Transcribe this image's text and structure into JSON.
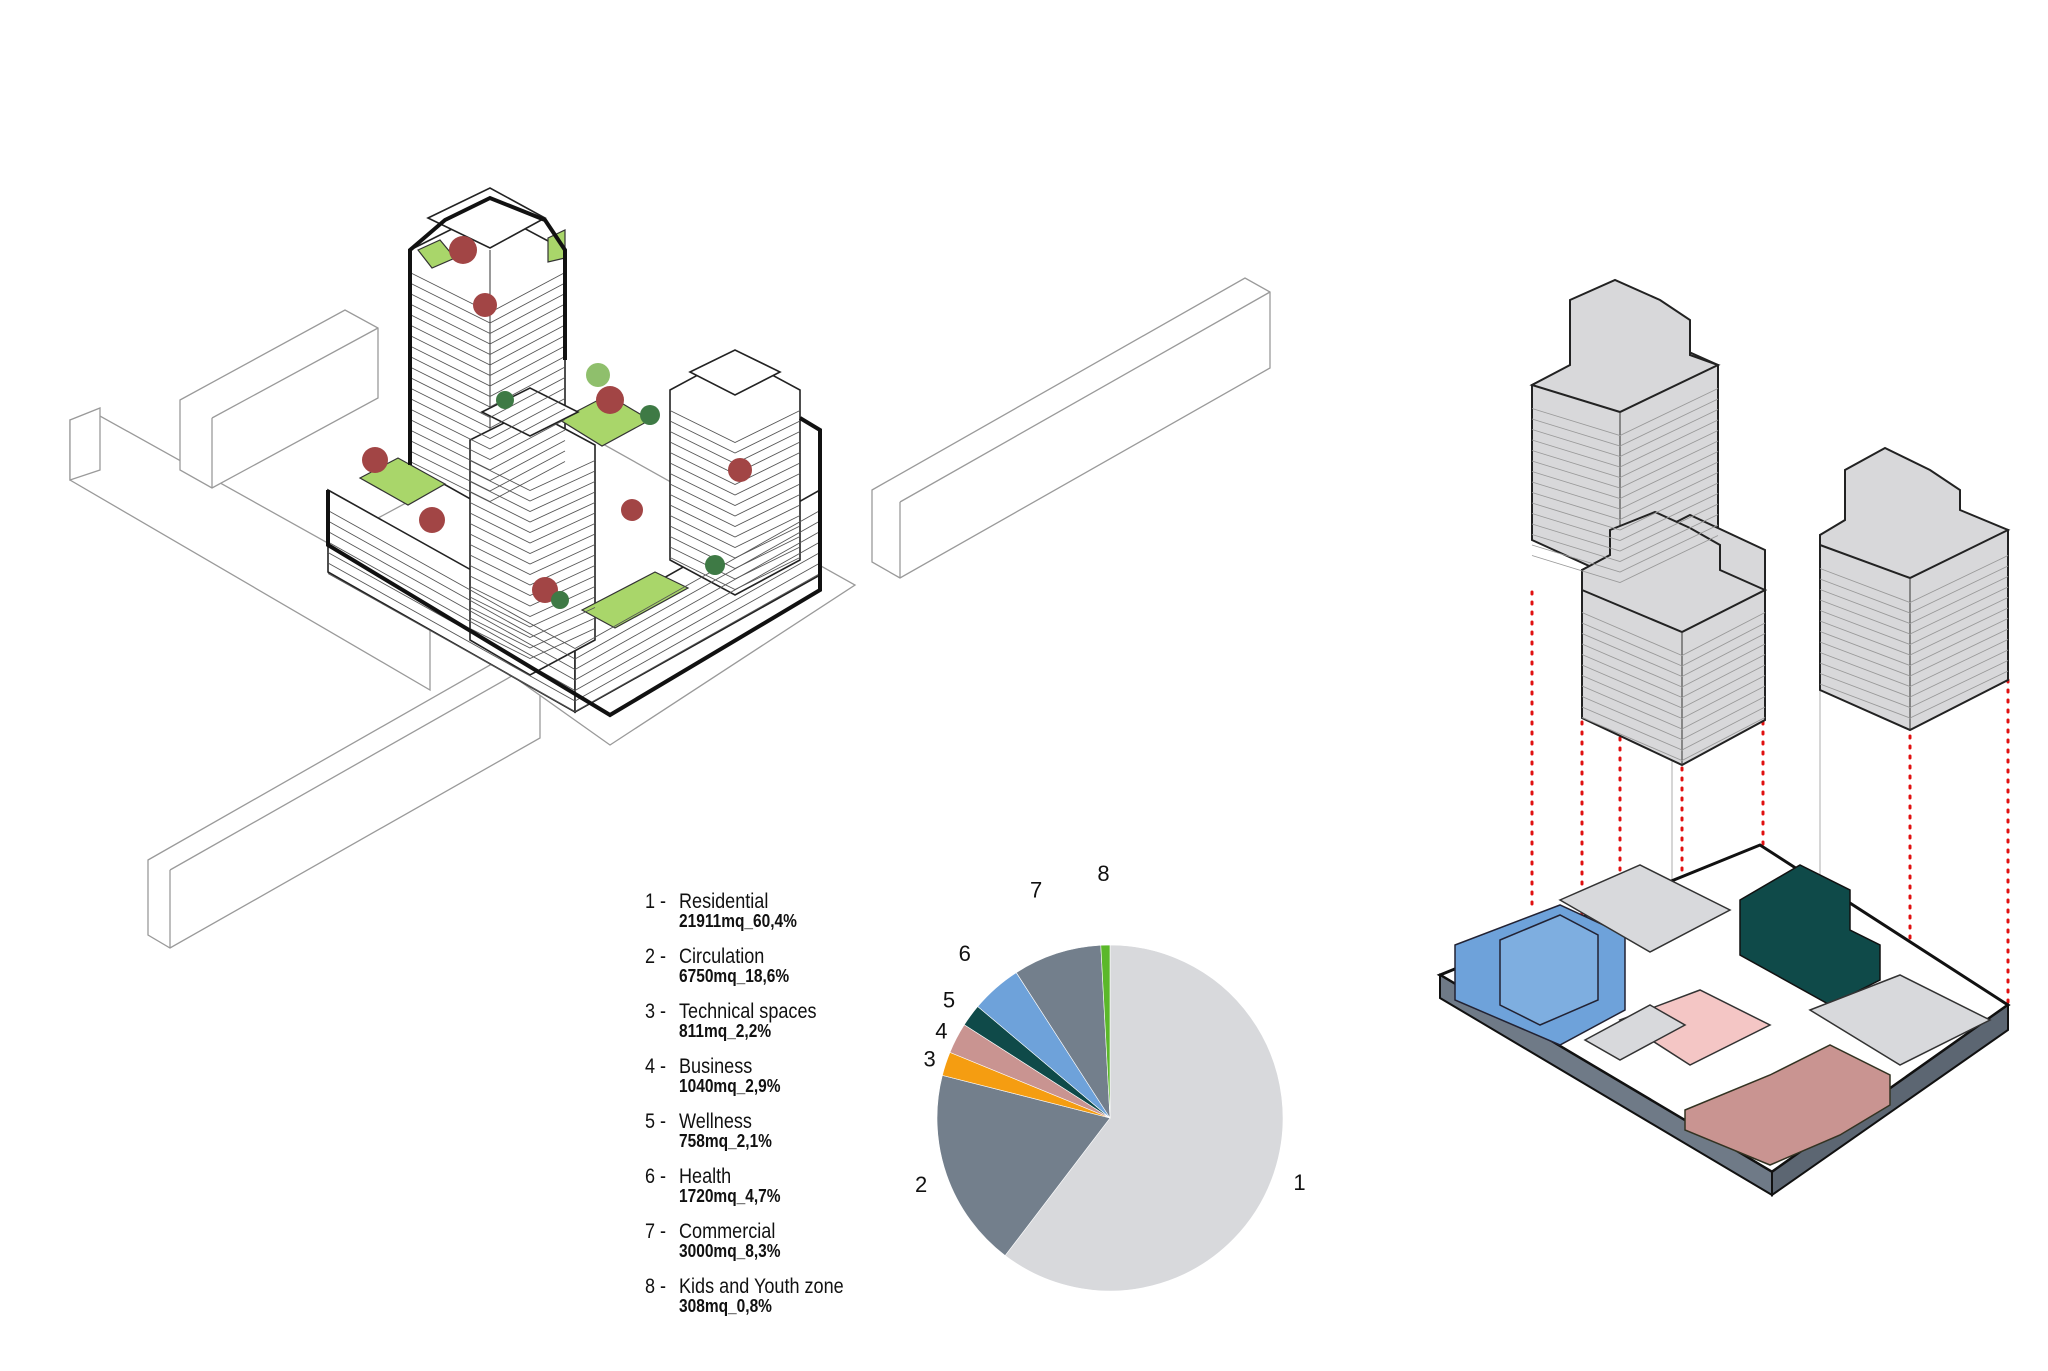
{
  "legend": [
    {
      "num": "1 -",
      "name": "Residential",
      "area": "21911mq_60,4%"
    },
    {
      "num": "2 -",
      "name": "Circulation",
      "area": "6750mq_18,6%"
    },
    {
      "num": "3 -",
      "name": "Technical spaces",
      "area": "811mq_2,2%"
    },
    {
      "num": "4 -",
      "name": "Business",
      "area": "1040mq_2,9%"
    },
    {
      "num": "5 -",
      "name": "Wellness",
      "area": "758mq_2,1%"
    },
    {
      "num": "6 -",
      "name": "Health",
      "area": "1720mq_4,7%"
    },
    {
      "num": "7 -",
      "name": "Commercial",
      "area": "3000mq_8,3%"
    },
    {
      "num": "8 -",
      "name": "Kids and Youth zone",
      "area": "308mq_0,8%"
    }
  ],
  "chart_data": {
    "type": "pie",
    "unit": "mq",
    "slices": [
      {
        "label": "1",
        "value": 21911,
        "percent": 60.4,
        "color": "#d8d9dc"
      },
      {
        "label": "2",
        "value": 6750,
        "percent": 18.6,
        "color": "#737f8c"
      },
      {
        "label": "3",
        "value": 811,
        "percent": 2.2,
        "color": "#f59d11"
      },
      {
        "label": "4",
        "value": 1040,
        "percent": 2.9,
        "color": "#c99491"
      },
      {
        "label": "5",
        "value": 758,
        "percent": 2.1,
        "color": "#0f4a49"
      },
      {
        "label": "6",
        "value": 1720,
        "percent": 4.7,
        "color": "#6ea2da"
      },
      {
        "label": "7",
        "value": 3000,
        "percent": 8.3,
        "color": "#737f8c"
      },
      {
        "label": "8",
        "value": 308,
        "percent": 0.8,
        "color": "#5bb82a"
      }
    ]
  },
  "function_colors": {
    "health": "#6ea2da",
    "wellness": "#0f4a49",
    "business": "#c99491",
    "commercial_light": "#f4c6c5",
    "residential": "#d8d9dc",
    "podium_base": "#6f7a87",
    "vertical_links": "#e01010"
  }
}
